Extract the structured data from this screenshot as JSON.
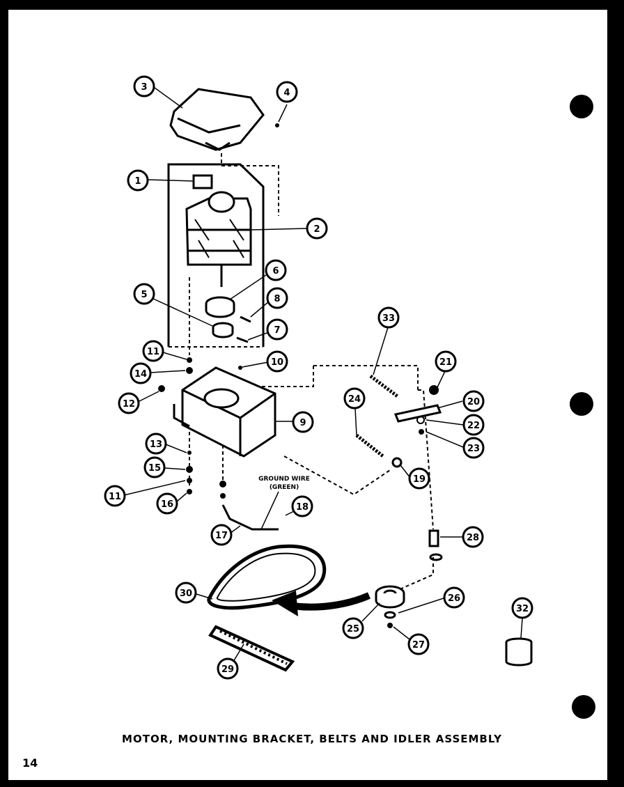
{
  "caption": "MOTOR, MOUNTING BRACKET, BELTS AND IDLER ASSEMBLY",
  "page_number": "14",
  "ground_wire_label": [
    "GROUND WIRE",
    "(GREEN)"
  ],
  "callouts": [
    "1",
    "2",
    "3",
    "4",
    "5",
    "6",
    "7",
    "8",
    "9",
    "10",
    "11",
    "11",
    "12",
    "13",
    "14",
    "15",
    "16",
    "17",
    "18",
    "19",
    "20",
    "21",
    "22",
    "23",
    "24",
    "25",
    "26",
    "27",
    "28",
    "29",
    "30",
    "32",
    "33"
  ]
}
